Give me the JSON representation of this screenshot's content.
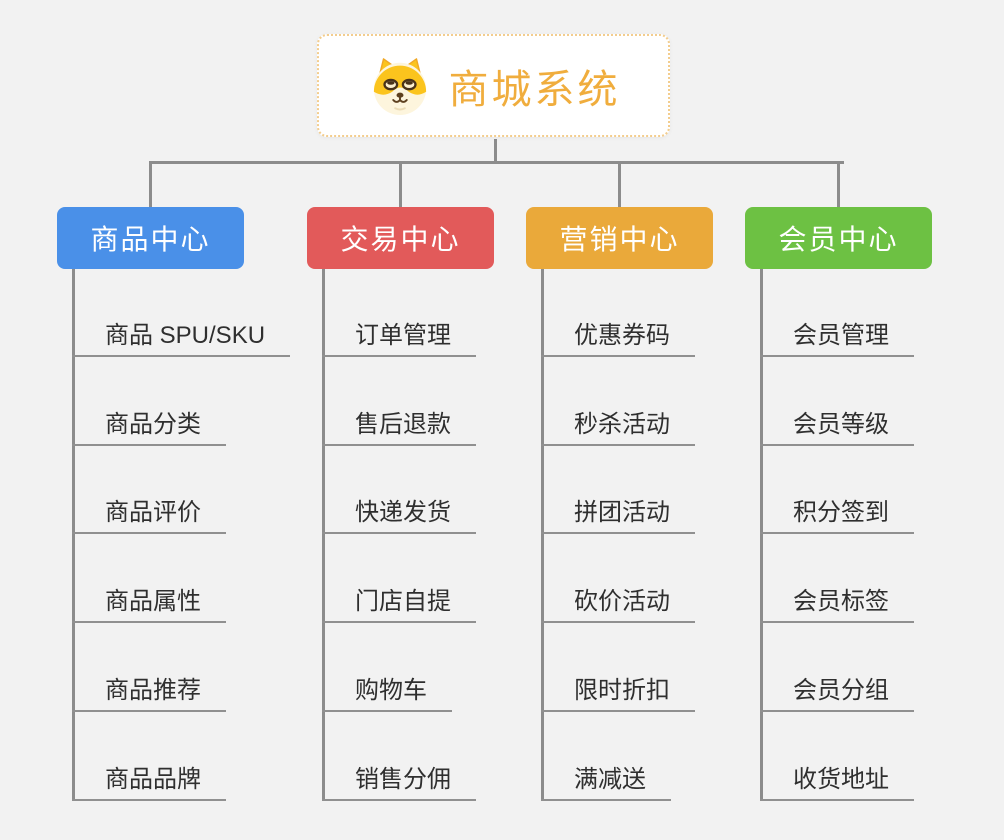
{
  "page": {
    "background_color": "#f2f2f2",
    "connector_color": "#8c8c8c",
    "underline_color": "#909090",
    "leaf_text_color": "#2f2f2f"
  },
  "root": {
    "title": "商城系统",
    "icon": "shiba-dog-icon",
    "title_color": "#f0ad3d",
    "border_color": "#f3cd8e",
    "background": "#ffffff"
  },
  "branches": [
    {
      "label": "商品中心",
      "color": "#4a90e8",
      "children": [
        "商品 SPU/SKU",
        "商品分类",
        "商品评价",
        "商品属性",
        "商品推荐",
        "商品品牌"
      ]
    },
    {
      "label": "交易中心",
      "color": "#e25a5a",
      "children": [
        "订单管理",
        "售后退款",
        "快递发货",
        "门店自提",
        "购物车",
        "销售分佣"
      ]
    },
    {
      "label": "营销中心",
      "color": "#eaa93a",
      "children": [
        "优惠券码",
        "秒杀活动",
        "拼团活动",
        "砍价活动",
        "限时折扣",
        "满减送"
      ]
    },
    {
      "label": "会员中心",
      "color": "#6dc143",
      "children": [
        "会员管理",
        "会员等级",
        "积分签到",
        "会员标签",
        "会员分组",
        "收货地址"
      ]
    }
  ]
}
